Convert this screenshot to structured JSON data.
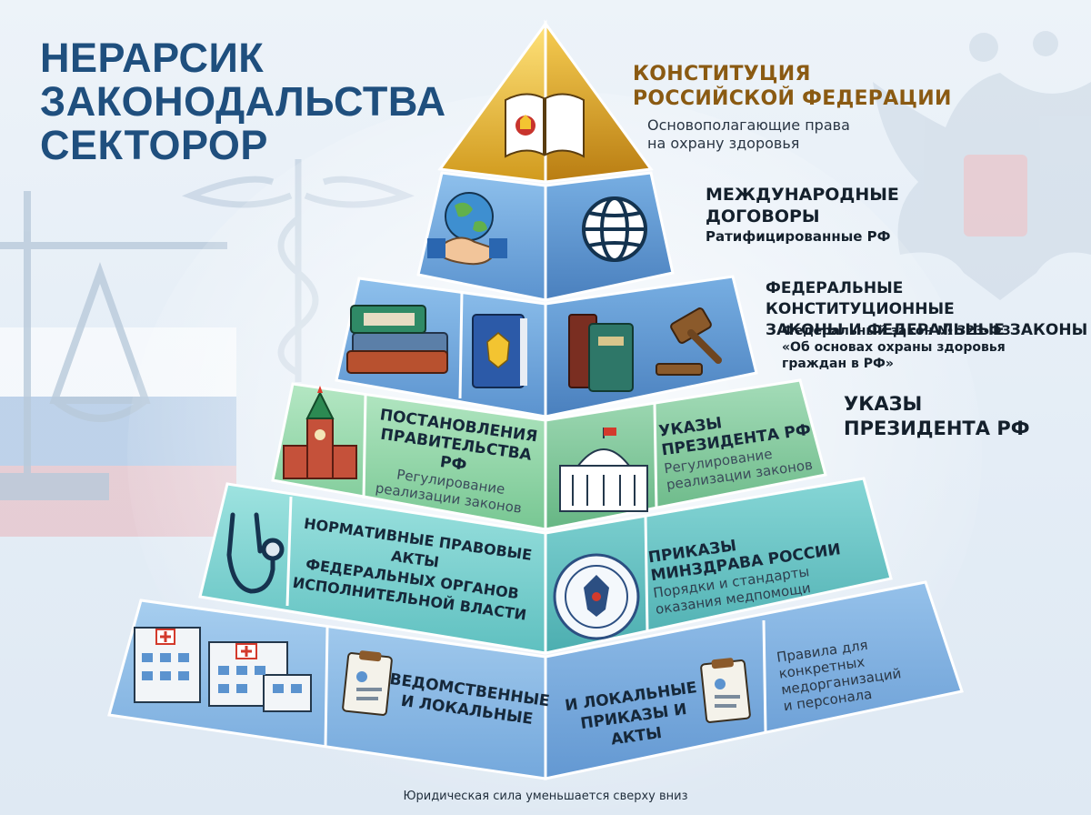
{
  "title": [
    "НЕРАРСИК",
    "ЗАКОНОДАЛЬСТВА",
    "СЕКТОРОР"
  ],
  "levels": {
    "constitution": {
      "title_lines": [
        "КОНСТИТУЦИЯ",
        "РОССИЙСКОЙ ФЕДЕРАЦИИ"
      ],
      "sub_lines": [
        "Основополагающие права",
        "на охрану здоровья"
      ]
    },
    "international": {
      "title_lines": [
        "МЕЖДУНАРОДНЫЕ",
        "ДОГОВОРЫ"
      ],
      "sub": "Ратифицированные РФ"
    },
    "federal": {
      "title_lines": [
        "ФЕДЕРАЛЬНЫЕ КОНСТИТУЦИОННЫЕ",
        "ЗАКОНЫ И ФЕДЕРАЛЬНЫЕ ЗАКОНЫ"
      ],
      "sub_lines": [
        "Федеральный закон № 323-ФЗ",
        "«Об основах охраны здоровья",
        "граждан в РФ»"
      ]
    },
    "government": {
      "side_title_lines": [
        "УКАЗЫ",
        "ПРЕЗИДЕНТА РФ"
      ],
      "post_title_lines": [
        "ПОСТАНОВЛЕНИЯ",
        "ПРАВИТЕЛЬСТВА РФ"
      ],
      "post_sub_lines": [
        "Регулирование",
        "реализации законов"
      ],
      "ukaz_title_lines": [
        "УКАЗЫ",
        "ПРЕЗИДЕНТА РФ"
      ],
      "ukaz_sub_lines": [
        "Регулирование",
        "реализации законов"
      ]
    },
    "executive": {
      "npa_lines": [
        "НОРМАТИВНЫЕ ПРАВОВЫЕ АКТЫ",
        "ФЕДЕРАЛЬНЫХ ОРГАНОВ",
        "ИСПОЛНИТЕЛЬНОЙ ВЛАСТИ"
      ],
      "mz_title_lines": [
        "ПРИКАЗЫ",
        "МИНЗДРАВА РОССИИ"
      ],
      "mz_sub_lines": [
        "Порядки и стандарты",
        "оказания медпомощи"
      ]
    },
    "local": {
      "left_lines": [
        "ВЕДОМСТВЕННЫЕ",
        "И ЛОКАЛЬНЫЕ"
      ],
      "right_lines": [
        "И ЛОКАЛЬНЫЕ",
        "ПРИКАЗЫ И АКТЫ"
      ],
      "side_lines": [
        "Правила для",
        "конкретных",
        "медорганизаций",
        "и персонала"
      ]
    }
  },
  "footer": "Юридическая сила уменьшается сверху вниз",
  "icons": {
    "apex": "constitution-book-icon",
    "l2": [
      "handshake-globe-icon",
      "globe-icon"
    ],
    "l3": [
      "books-stack-icon",
      "coat-of-arms-book-icon",
      "law-books-icon",
      "gavel-icon"
    ],
    "l4": [
      "kremlin-tower-icon",
      "white-house-icon"
    ],
    "l5": [
      "stethoscope-icon",
      "ministry-seal-icon"
    ],
    "l6": [
      "hospital-buildings-icon",
      "clipboard-icon",
      "clipboard-icon"
    ],
    "background": [
      "scales-icon",
      "caduceus-icon",
      "double-headed-eagle-icon",
      "russian-flag-icon"
    ]
  },
  "colors": {
    "title": "#1f4f7e",
    "gold": "#e2b740",
    "blue_tier": "#6fa4d8",
    "green_tier": "#8ccfa2",
    "teal_tier": "#6bc8c9",
    "base_tier": "#82b3e2"
  }
}
